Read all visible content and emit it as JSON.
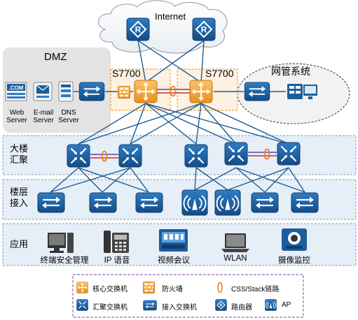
{
  "internet": {
    "label": "Internet"
  },
  "dmz": {
    "label": "DMZ",
    "servers": [
      {
        "name": "Web Server",
        "line1": "Web",
        "line2": "Server",
        "icon": "web-server-icon",
        "badge": ".COM"
      },
      {
        "name": "E-mail Server",
        "line1": "E-mail",
        "line2": "Server",
        "icon": "email-server-icon"
      },
      {
        "name": "DNS Server",
        "line1": "DNS",
        "line2": "Server",
        "icon": "dns-server-icon"
      }
    ]
  },
  "core": {
    "left_label": "S7700",
    "right_label": "S7700"
  },
  "nms": {
    "label": "网管系统"
  },
  "tiers": [
    {
      "id": "building",
      "line1": "大楼",
      "line2": "汇聚"
    },
    {
      "id": "floor",
      "line1": "楼层",
      "line2": "接入"
    },
    {
      "id": "app",
      "line1": "应用",
      "line2": ""
    }
  ],
  "applications": [
    {
      "label": "终端安全管理",
      "icon": "terminal-pc-icon"
    },
    {
      "label": "IP 语音",
      "icon": "ip-phone-icon"
    },
    {
      "label": "视频会议",
      "icon": "video-conference-icon"
    },
    {
      "label": "WLAN",
      "icon": "laptop-icon"
    },
    {
      "label": "摄像监控",
      "icon": "camera-icon"
    }
  ],
  "legend": {
    "core_switch": "核心交换机",
    "firewall": "防火墙",
    "css_stack": "CSS/Stack链路",
    "agg_switch": "汇聚交换机",
    "access_switch": "接入交换机",
    "router": "路由器",
    "ap": "AP"
  },
  "colors": {
    "device_blue": "#1a5e9a",
    "core_orange": "#f0a030",
    "link_blue": "#1f5d96",
    "tier_fill": "#e6eef7",
    "legend_border": "#9c6bb5"
  }
}
